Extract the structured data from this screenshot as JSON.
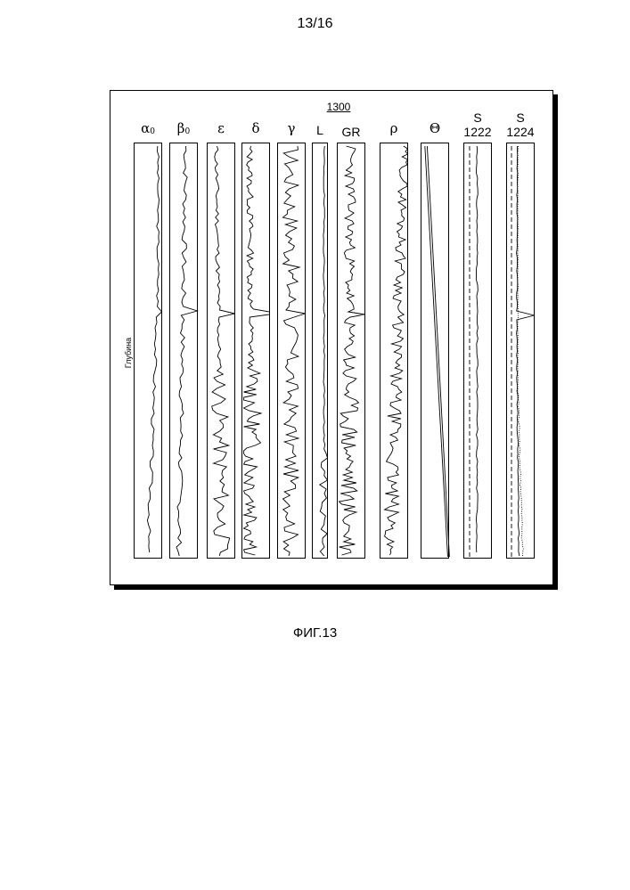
{
  "page": {
    "number": "13/16"
  },
  "figure": {
    "reference": "1300",
    "caption": "ФИГ.13",
    "depth_axis_label": "Глубина"
  },
  "tracks": [
    {
      "id": "alpha0",
      "symbol": "α",
      "subscript": "0"
    },
    {
      "id": "beta0",
      "symbol": "β",
      "subscript": "0"
    },
    {
      "id": "epsilon",
      "symbol": "ε"
    },
    {
      "id": "delta",
      "symbol": "δ"
    },
    {
      "id": "gamma",
      "symbol": "γ"
    },
    {
      "id": "L",
      "symbol": "L"
    },
    {
      "id": "GR",
      "symbol": "GR"
    },
    {
      "id": "rho",
      "symbol": "ρ"
    },
    {
      "id": "theta",
      "symbol": "Θ"
    },
    {
      "id": "S1222",
      "symbol": "S",
      "number": "1222"
    },
    {
      "id": "S1224",
      "symbol": "S",
      "number": "1224"
    }
  ]
}
